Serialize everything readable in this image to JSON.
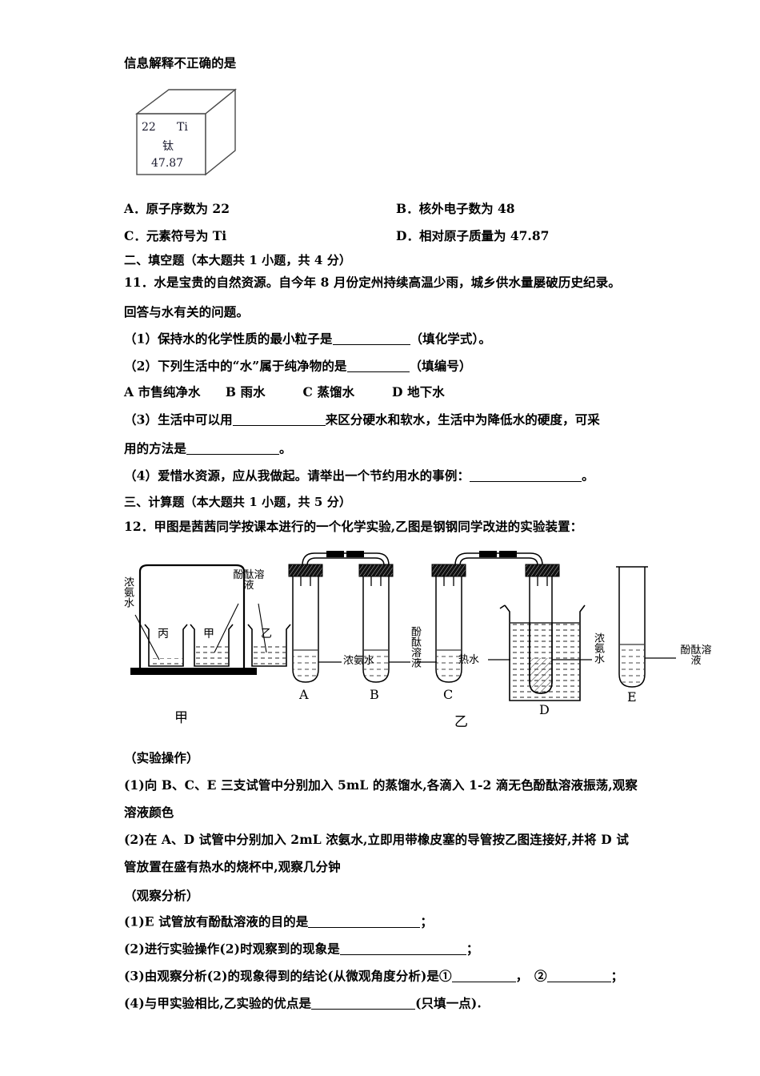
{
  "header": {
    "stem_tail": "信息解释不正确的是"
  },
  "element_cube": {
    "atomic_number": "22",
    "symbol": "Ti",
    "name_cn": "钛",
    "atomic_mass": "47.87"
  },
  "q10_options": [
    {
      "key": "A．",
      "text": "原子序数为 22"
    },
    {
      "key": "B．",
      "text": "核外电子数为 48"
    },
    {
      "key": "C．",
      "text": "元素符号为 Ti"
    },
    {
      "key": "D．",
      "text": "相对原子质量为 47.87"
    }
  ],
  "section2": {
    "heading": "二、填空题（本大题共 1 小题，共 4 分）",
    "q11_stem_l1": "11．水是宝贵的自然资源。自今年 8 月份定州持续高温少雨，城乡供水量屡破历史纪录。",
    "q11_stem_l2": "回答与水有关的问题。",
    "p1_a": "（1）保持水的化学性质的最小粒子是",
    "p1_b": "（填化学式）。",
    "p2_a": "（2）下列生活中的“水”属于纯净物的是",
    "p2_b": "（填编号）",
    "p2_choices": "A 市售纯净水　　B 雨水　　　C 蒸馏水　　　D 地下水",
    "p3_a": "（3）生活中可以用",
    "p3_b": "来区分硬水和软水，生活中为降低水的硬度，可采",
    "p3_c": "用的方法是",
    "p3_d": "。",
    "p4_a": "（4）爱惜水资源，应从我做起。请举出一个节约用水的事例：",
    "p4_b": "。"
  },
  "section3": {
    "heading": "三、计算题（本大题共 1 小题，共 5 分）",
    "q12_stem": "12．甲图是茜茜同学按课本进行的一个化学实验,乙图是钢钢同学改进的实验装置："
  },
  "figure": {
    "left_apparatus": {
      "caption": "甲",
      "label_ammonia": "浓氨水",
      "label_phenolphthalein": "酚酞溶液",
      "beakers": [
        "丙",
        "甲",
        "乙"
      ]
    },
    "right_apparatus": {
      "caption": "乙",
      "tubes": [
        "A",
        "B",
        "C",
        "D",
        "E"
      ],
      "label_ammonia_a": "浓氨水",
      "label_phenolphthalein_bc": "酚酞溶液",
      "label_hot_water": "热水",
      "label_ammonia_d": "浓氨水",
      "label_phenolphthalein_e": "酚酞溶液"
    }
  },
  "experiment": {
    "op_heading": "（实验操作）",
    "op1_l1": "(1)向 B、C、E 三支试管中分别加入 5mL 的蒸馏水,各滴入 1-2 滴无色酚酞溶液振荡,观察",
    "op1_l2": "溶液颜色",
    "op2_l1": "(2)在 A、D 试管中分别加入 2mL 浓氨水,立即用带橡皮塞的导管按乙图连接好,并将 D 试",
    "op2_l2": "管放置在盛有热水的烧杯中,观察几分钟",
    "an_heading": "（观察分析）",
    "an1_a": "(1)E 试管放有酚酞溶液的目的是",
    "an1_b": "；",
    "an2_a": "(2)进行实验操作(2)时观察到的现象是",
    "an2_b": "；",
    "an3_a": "(3)由观察分析(2)的现象得到的结论(从微观角度分析)是①",
    "an3_b": "，　②",
    "an3_c": "；",
    "an4_a": "(4)与甲实验相比,乙实验的优点是",
    "an4_b": "(只填一点)."
  }
}
